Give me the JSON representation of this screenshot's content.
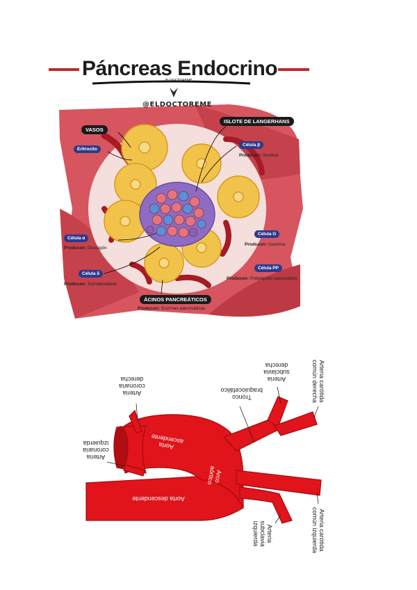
{
  "pancreas": {
    "title": "Páncreas Endocrino",
    "brand": "ELDOCTOREME",
    "handle": "@ELDOCTOREME",
    "labels": {
      "vasos": "VASOS",
      "eritrocito": "Eritrocito",
      "islote": "ISLOTE DE LANGERHANS",
      "beta": "Célula β",
      "beta_prod": "Insulina",
      "alpha": "Célula α",
      "alpha_prod": "Glucagón",
      "delta": "Célula δ",
      "delta_prod": "Somatostatina",
      "g": "Célula G",
      "g_prod": "Gastrina",
      "pp": "Célula PP",
      "pp_prod": "Polipéptido pancreático",
      "acinos": "ÁCINOS PANCREÁTICOS",
      "acinos_prod": "Enzimas pancreáticas",
      "producen": "Producen:"
    },
    "colors": {
      "tissue": "#c9444f",
      "island_bg": "#f3dedb",
      "acinus": "#f2c34a",
      "alpha_cell": "#e8737d",
      "beta_cell": "#5b8fd6",
      "delta_cell": "#8b5fb8"
    }
  },
  "aorta": {
    "labels": {
      "coronaria_derecha": [
        "Arteria",
        "coronaria",
        "derecha"
      ],
      "coronaria_izquierda": [
        "Arteria",
        "coronaria",
        "izquierda"
      ],
      "aorta_ascendente": [
        "Aorta",
        "ascendente"
      ],
      "arco_aortico": [
        "Arco",
        "aórtico"
      ],
      "aorta_descendente": [
        "Aorta descendente"
      ],
      "tronco": [
        "Tronco",
        "braquiocefálico"
      ],
      "subclavia_derecha": [
        "Arteria",
        "subclavia",
        "derecha"
      ],
      "carotida_derecha": [
        "Arteria carótida",
        "común derecha"
      ],
      "carotida_izquierda": [
        "Arteria carótida",
        "común izquierda"
      ],
      "subclavia_izquierda": [
        "Arteria",
        "subclavia",
        "izquierda"
      ]
    },
    "colors": {
      "vessel": "#e0141a",
      "vessel_dark": "#b20d12"
    }
  }
}
